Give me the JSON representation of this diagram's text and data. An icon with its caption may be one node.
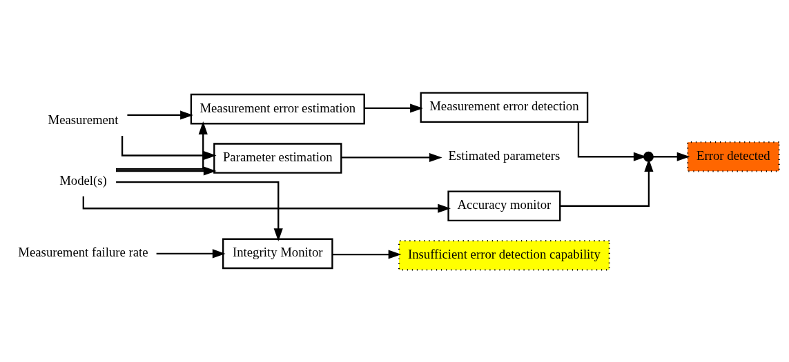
{
  "diagram": {
    "nodes": [
      {
        "text": [
          "Measurement error estimation"
        ]
      },
      {
        "text": [
          "Measurement error detection"
        ]
      },
      {
        "text": [
          "Measurement"
        ]
      },
      {
        "text": [
          "Accuracy monitor"
        ]
      },
      {
        "text": [],
        "shape": "circle"
      },
      {
        "text": [
          "Error detected"
        ]
      },
      {
        "text": [
          "Measurement failure rate"
        ]
      },
      {
        "text": [
          "Integrity Monitor"
        ]
      },
      {
        "text": [
          "Insufficient error detection capability"
        ]
      },
      {
        "text": [
          "Parameter estimation"
        ]
      },
      {
        "text": [
          "Estimated parameters"
        ]
      },
      {
        "text": [
          "Model(s)"
        ]
      }
    ],
    "edges": [
      {
        "from": 2,
        "to": 0,
        "arrow": "to"
      },
      {
        "from": 2,
        "to": 9,
        "arrow": "to"
      },
      {
        "from": 11,
        "to": 0,
        "arrow": "to"
      },
      {
        "from": 11,
        "to": 3,
        "arrow": "to"
      },
      {
        "from": 11,
        "to": 7,
        "arrow": "to"
      },
      {
        "from": 11,
        "to": 9,
        "arrow": "to"
      },
      {
        "from": 6,
        "to": 7,
        "arrow": "to"
      },
      {
        "from": 0,
        "to": 1,
        "arrow": "to"
      },
      {
        "from": 1,
        "to": 4,
        "arrow": "to"
      },
      {
        "from": 3,
        "to": 4,
        "arrow": "to"
      },
      {
        "from": 4,
        "to": 5,
        "arrow": "to"
      },
      {
        "from": 7,
        "to": 8,
        "arrow": "to"
      },
      {
        "from": 9,
        "to": 10,
        "arrow": "to"
      }
    ]
  }
}
